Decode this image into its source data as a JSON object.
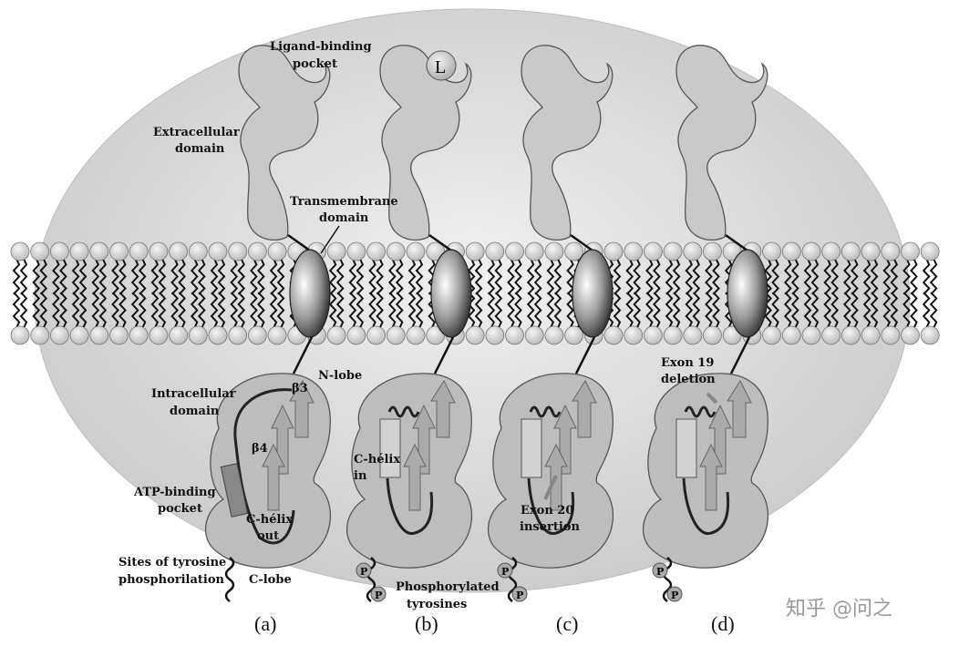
{
  "labels": {
    "ligand_binding_pocket": [
      "Ligand-binding",
      "pocket"
    ],
    "extracellular_domain": [
      "Extracellular",
      "domain"
    ],
    "transmembrane_domain": [
      "Transmembrane",
      "domain"
    ],
    "n_lobe": "N-lobe",
    "intracellular_domain": [
      "Intracellular",
      "domain"
    ],
    "beta3": "β3",
    "beta4": "β4",
    "atp_binding_pocket": [
      "ATP-binding",
      "pocket"
    ],
    "c_helix_out": [
      "C-hélix",
      "out"
    ],
    "sites_of_tyrosine": [
      "Sites of tyrosine",
      "phosphorilation"
    ],
    "c_lobe": "C-lobe",
    "ligand": "L",
    "c_helix_in": [
      "C-hélix",
      "in"
    ],
    "phosphorylated_tyrosines": [
      "Phosphorylated",
      "tyrosines"
    ],
    "exon20": [
      "Exon 20",
      "insertion"
    ],
    "exon19": [
      "Exon 19",
      "deletion"
    ],
    "phospho": "P"
  },
  "panels": [
    "(a)",
    "(b)",
    "(c)",
    "(d)"
  ],
  "watermark": "知乎 @问之",
  "colors": {
    "cell": "#d3d3d3",
    "protein": "#c4c4c4",
    "lipid_head": "#d8d8d8",
    "outline": "#444444"
  }
}
